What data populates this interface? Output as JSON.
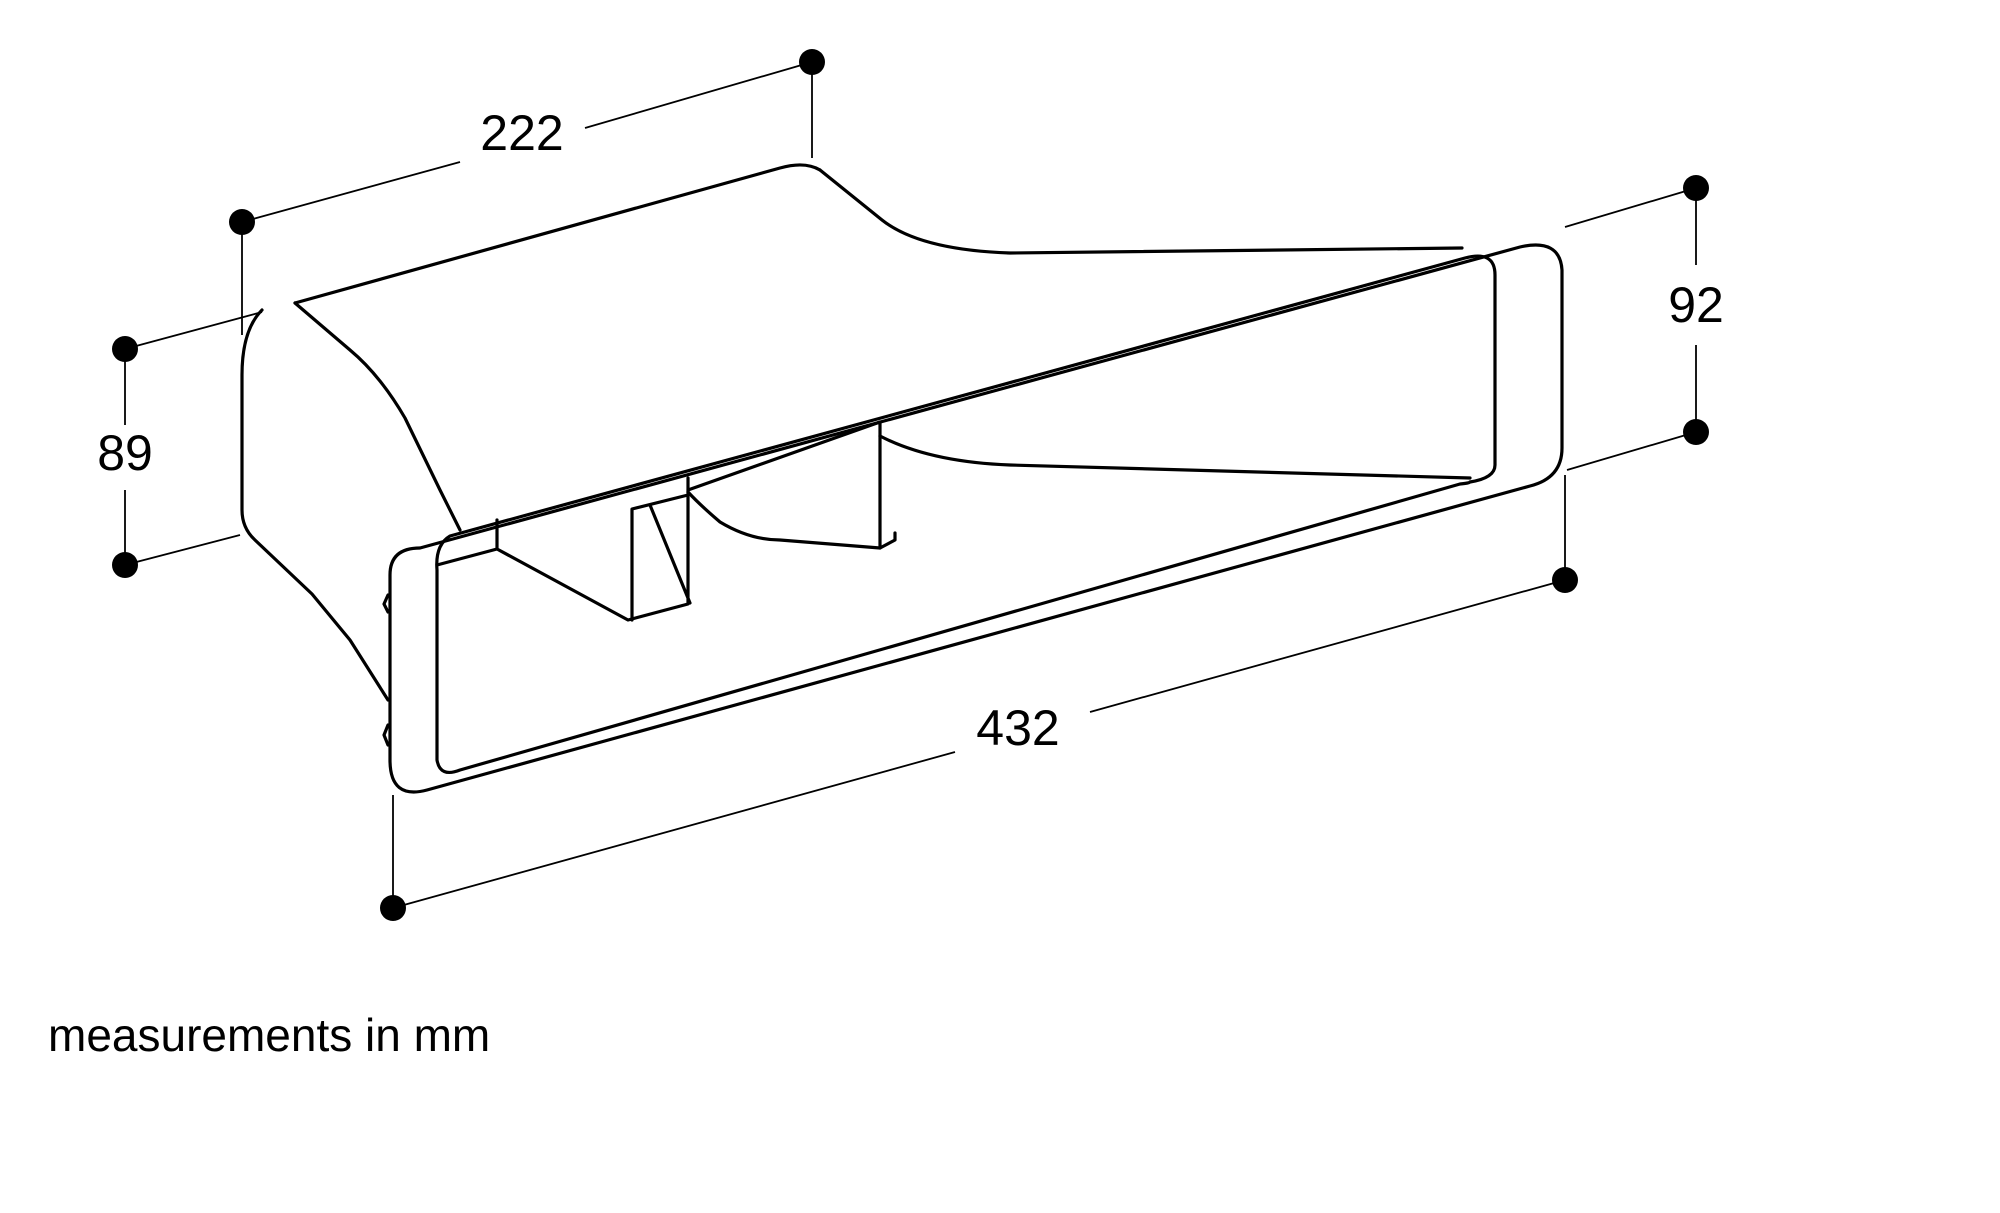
{
  "dimensions": {
    "length_top": "222",
    "length_bottom": "432",
    "height_left": "89",
    "height_right": "92"
  },
  "note": "measurements in mm",
  "colors": {
    "line": "#000000",
    "background": "#ffffff"
  }
}
